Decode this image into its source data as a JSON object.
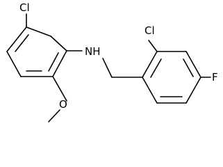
{
  "molecule": {
    "atom_labels": {
      "cl_left": "Cl",
      "nh": "NH",
      "o": "O",
      "cl_right": "Cl",
      "f": "F"
    },
    "colors": {
      "bond": "#000000",
      "label": "#000000",
      "background": "#ffffff"
    }
  }
}
